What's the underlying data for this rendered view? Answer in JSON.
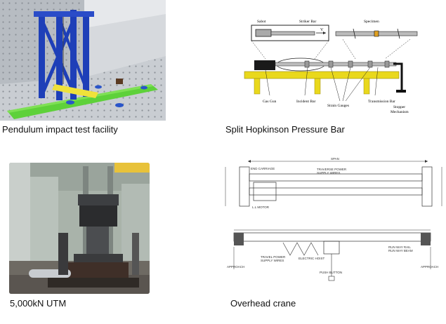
{
  "figures": [
    {
      "caption": "Pendulum impact test facility"
    },
    {
      "caption": "Split Hopkinson Pressure Bar",
      "labels": {
        "sabot": "Sabot",
        "striker_bar": "Striker Bar",
        "v": "V",
        "specimen": "Specimen",
        "gas_gun": "Gas Gun",
        "incident_bar": "Incident Bar",
        "strain_gauges": "Strain Gauges",
        "transmission_bar": "Transmission Bar",
        "stopper_1": "Stopper",
        "stopper_2": "Mechanism"
      }
    },
    {
      "caption": "5,000kN UTM"
    },
    {
      "caption": "Overhead crane",
      "labels": {
        "span": "SPAN",
        "end_carriage": "END CARRIAGE",
        "traverse_1": "TRAVERSE POWER",
        "traverse_2": "SUPPLY WIRES",
        "ll_motor": "L.L MOTOR",
        "electric_hoist": "ELECTRIC HOIST",
        "travel_1": "TRAVEL POWER",
        "travel_2": "SUPPLY WIRES",
        "push_button": "PUSH BUTTON",
        "run_rail": "RUN WAY RAIL",
        "run_beam": "RUN WAY BEAM",
        "approach_left": "APPROACH",
        "approach_right": "APPROACH"
      }
    }
  ]
}
